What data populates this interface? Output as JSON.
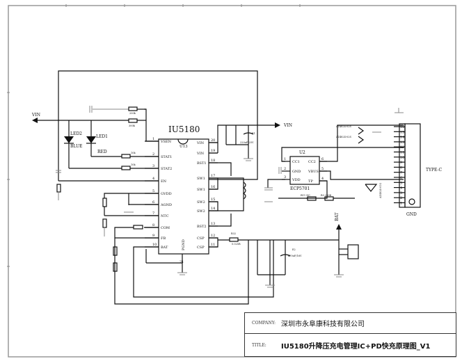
{
  "ic_main": {
    "name": "IU5180",
    "ref": "U13",
    "left_pins": [
      {
        "num": "1",
        "name": "VSEN"
      },
      {
        "num": "2",
        "name": "STAT1"
      },
      {
        "num": "3",
        "name": "STAT2"
      },
      {
        "num": "4",
        "name": "EN"
      },
      {
        "num": "5",
        "name": "GVDD"
      },
      {
        "num": "6",
        "name": "AGND"
      },
      {
        "num": "7",
        "name": "NTC"
      },
      {
        "num": "8",
        "name": "COM"
      },
      {
        "num": "9",
        "name": "FB"
      },
      {
        "num": "10",
        "name": "BAT"
      }
    ],
    "right_pins": [
      {
        "num": "20",
        "name": "VIN"
      },
      {
        "num": "19",
        "name": "VIN"
      },
      {
        "num": "18",
        "name": "BST1"
      },
      {
        "num": "17",
        "name": "SW1"
      },
      {
        "num": "16",
        "name": "SW1"
      },
      {
        "num": "15",
        "name": "SW2"
      },
      {
        "num": "14",
        "name": "SW2"
      },
      {
        "num": "13",
        "name": "BST2"
      },
      {
        "num": "12",
        "name": "CSP"
      },
      {
        "num": "11",
        "name": "CSP"
      }
    ],
    "bottom_pin": {
      "num": "21",
      "name": "PGND"
    }
  },
  "ic_pd": {
    "ref": "U2",
    "name": "ECP5701",
    "left_pins": [
      {
        "num": "1",
        "name": "CC1"
      },
      {
        "num": "2",
        "name": "GND"
      },
      {
        "num": "3",
        "name": "VDD"
      }
    ],
    "right_pins": [
      {
        "num": "6",
        "name": "CC2"
      },
      {
        "num": "5",
        "name": "VBUS"
      },
      {
        "num": "4",
        "name": "TP"
      }
    ]
  },
  "nets": {
    "vin_left": "VIN",
    "vin_right": "VIN",
    "bat": "BAT"
  },
  "leds": {
    "led1": "LED1",
    "led2": "LED2",
    "red": "RED",
    "blue": "BLUE"
  },
  "components": {
    "r_top1": "R?",
    "r_top1_val": "200k",
    "r_top2": "R?",
    "r_top2_val": "300k",
    "r_stat1_val": "10k",
    "r_stat2_val": "10k",
    "r_sense": "R32",
    "r_sense_val": "0.025R",
    "cap_e1": "E1",
    "cap_e1_val": "220uF/25V",
    "cap_e2": "E2",
    "cap_e2_val": "470uF/16V",
    "r11": "R11 NC",
    "r3": "R3  200K",
    "tvs1": "AZ4824-02S",
    "tvs2": "AZ4824-02S",
    "tvs3": "AZ4824-01G"
  },
  "connector": {
    "name": "TYPE-C",
    "gnd": "GND",
    "pins": [
      "16",
      "15",
      "14",
      "13",
      "12",
      "11",
      "10",
      "9",
      "8",
      "7",
      "6",
      "5",
      "4",
      "3",
      "2",
      "1"
    ]
  },
  "title_block": {
    "company_label": "COMPANY:",
    "company_value": "深圳市永阜康科技有限公司",
    "title_label": "TITLE:",
    "title_value": "IU5180升降压充电管理IC+PD快充原理图_V1"
  }
}
